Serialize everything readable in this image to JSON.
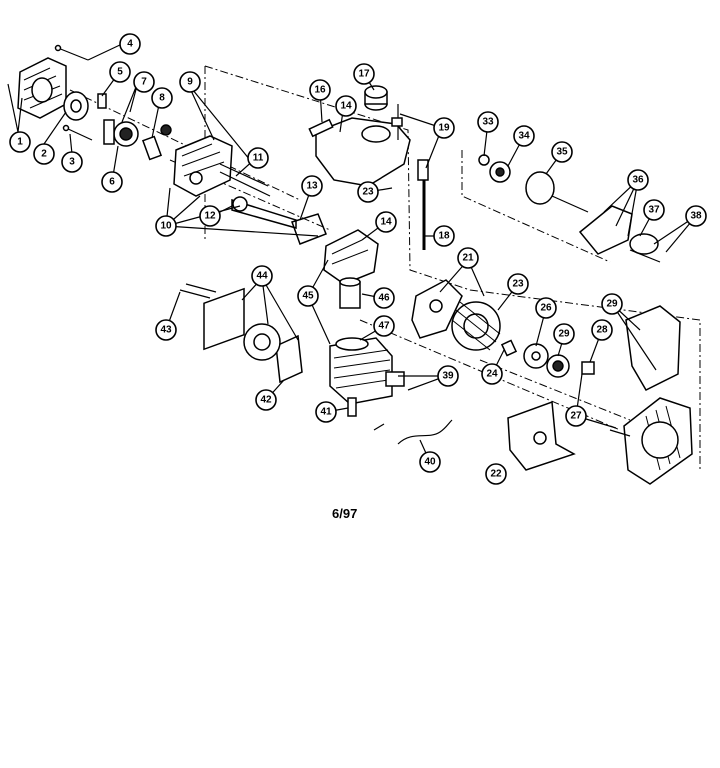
{
  "callouts": [
    {
      "id": "1",
      "label": "1"
    },
    {
      "id": "2",
      "label": "2"
    },
    {
      "id": "3",
      "label": "3"
    },
    {
      "id": "4",
      "label": "4"
    },
    {
      "id": "5",
      "label": "5"
    },
    {
      "id": "6",
      "label": "6"
    },
    {
      "id": "7",
      "label": "7"
    },
    {
      "id": "8",
      "label": "8"
    },
    {
      "id": "9",
      "label": "9"
    },
    {
      "id": "10",
      "label": "10"
    },
    {
      "id": "11",
      "label": "11"
    },
    {
      "id": "12",
      "label": "12"
    },
    {
      "id": "13",
      "label": "13"
    },
    {
      "id": "14a",
      "label": "14"
    },
    {
      "id": "14b",
      "label": "14"
    },
    {
      "id": "16",
      "label": "16"
    },
    {
      "id": "17",
      "label": "17"
    },
    {
      "id": "18",
      "label": "18"
    },
    {
      "id": "19",
      "label": "19"
    },
    {
      "id": "21",
      "label": "21"
    },
    {
      "id": "22",
      "label": "22"
    },
    {
      "id": "23a",
      "label": "23"
    },
    {
      "id": "23b",
      "label": "23"
    },
    {
      "id": "24",
      "label": "24"
    },
    {
      "id": "26",
      "label": "26"
    },
    {
      "id": "27",
      "label": "27"
    },
    {
      "id": "28",
      "label": "28"
    },
    {
      "id": "29a",
      "label": "29"
    },
    {
      "id": "29b",
      "label": "29"
    },
    {
      "id": "33",
      "label": "33"
    },
    {
      "id": "34",
      "label": "34"
    },
    {
      "id": "35",
      "label": "35"
    },
    {
      "id": "36",
      "label": "36"
    },
    {
      "id": "37",
      "label": "37"
    },
    {
      "id": "38",
      "label": "38"
    },
    {
      "id": "39",
      "label": "39"
    },
    {
      "id": "40",
      "label": "40"
    },
    {
      "id": "41",
      "label": "41"
    },
    {
      "id": "42",
      "label": "42"
    },
    {
      "id": "43",
      "label": "43"
    },
    {
      "id": "44",
      "label": "44"
    },
    {
      "id": "45",
      "label": "45"
    },
    {
      "id": "46",
      "label": "46"
    },
    {
      "id": "47",
      "label": "47"
    }
  ],
  "page_code": "6/97"
}
